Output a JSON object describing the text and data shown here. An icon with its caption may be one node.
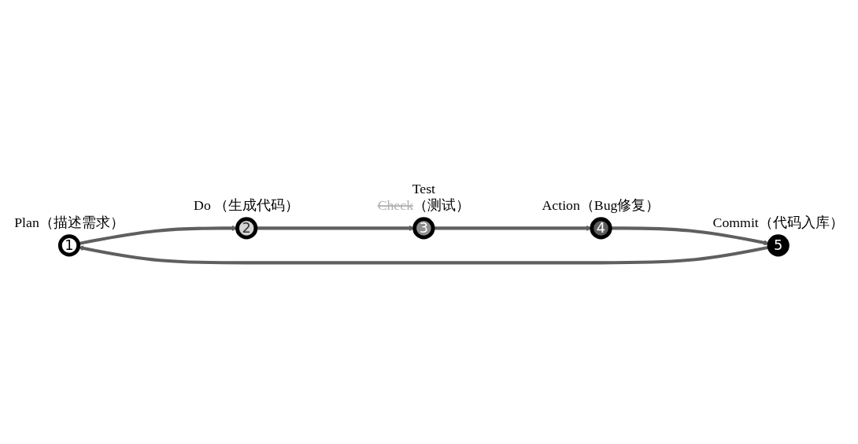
{
  "diagram": {
    "nodes": [
      {
        "text": [
          "1"
        ],
        "beside": [
          "Plan（描述需求）"
        ]
      },
      {
        "text": [
          "2"
        ],
        "beside": [
          "Do （生成代码）"
        ]
      },
      {
        "text": [
          "3"
        ],
        "beside": [
          "Test",
          "Check",
          "（测试）"
        ]
      },
      {
        "text": [
          "4"
        ],
        "beside": [
          "Action（Bug修复）"
        ]
      },
      {
        "text": [
          "5"
        ],
        "beside": [
          "Commit（代码入库）"
        ]
      }
    ],
    "edges": [
      {
        "from": 0,
        "to": 1,
        "arrow": "to"
      },
      {
        "from": 1,
        "to": 2,
        "arrow": "to"
      },
      {
        "from": 2,
        "to": 3,
        "arrow": "to"
      },
      {
        "from": 3,
        "to": 4,
        "arrow": "to"
      },
      {
        "from": 4,
        "to": 0,
        "arrow": "to"
      }
    ]
  }
}
